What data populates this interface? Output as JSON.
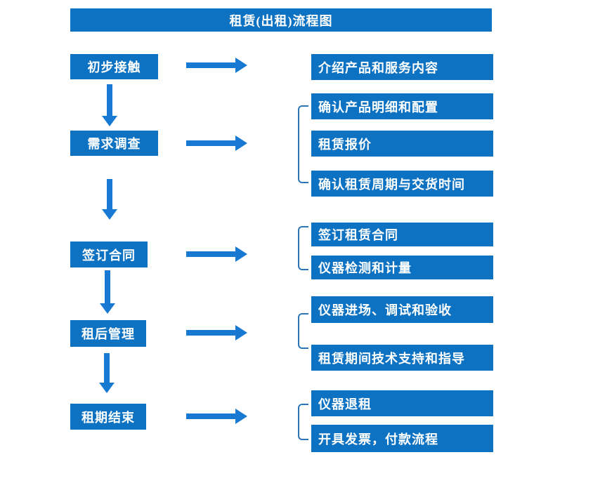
{
  "title": "租赁(出租)流程图",
  "steps": [
    {
      "label": "初步接触",
      "details": [
        "介绍产品和服务内容"
      ]
    },
    {
      "label": "需求调查",
      "details": [
        "确认产品明细和配置",
        "租赁报价",
        "确认租赁周期与交货时间"
      ]
    },
    {
      "label": "签订合同",
      "details": [
        "签订租赁合同",
        "仪器检测和计量"
      ]
    },
    {
      "label": "租后管理",
      "details": [
        "仪器进场、调试和验收",
        "租赁期间技术支持和指导"
      ]
    },
    {
      "label": "租期结束",
      "details": [
        "仪器退租",
        "开具发票，付款流程"
      ]
    }
  ],
  "colors": {
    "box_blue": "#0d72c2",
    "arrow_blue": "#1779d1",
    "bracket_blue": "#2e75b6",
    "text": "#ffffff",
    "background": "#ffffff"
  }
}
